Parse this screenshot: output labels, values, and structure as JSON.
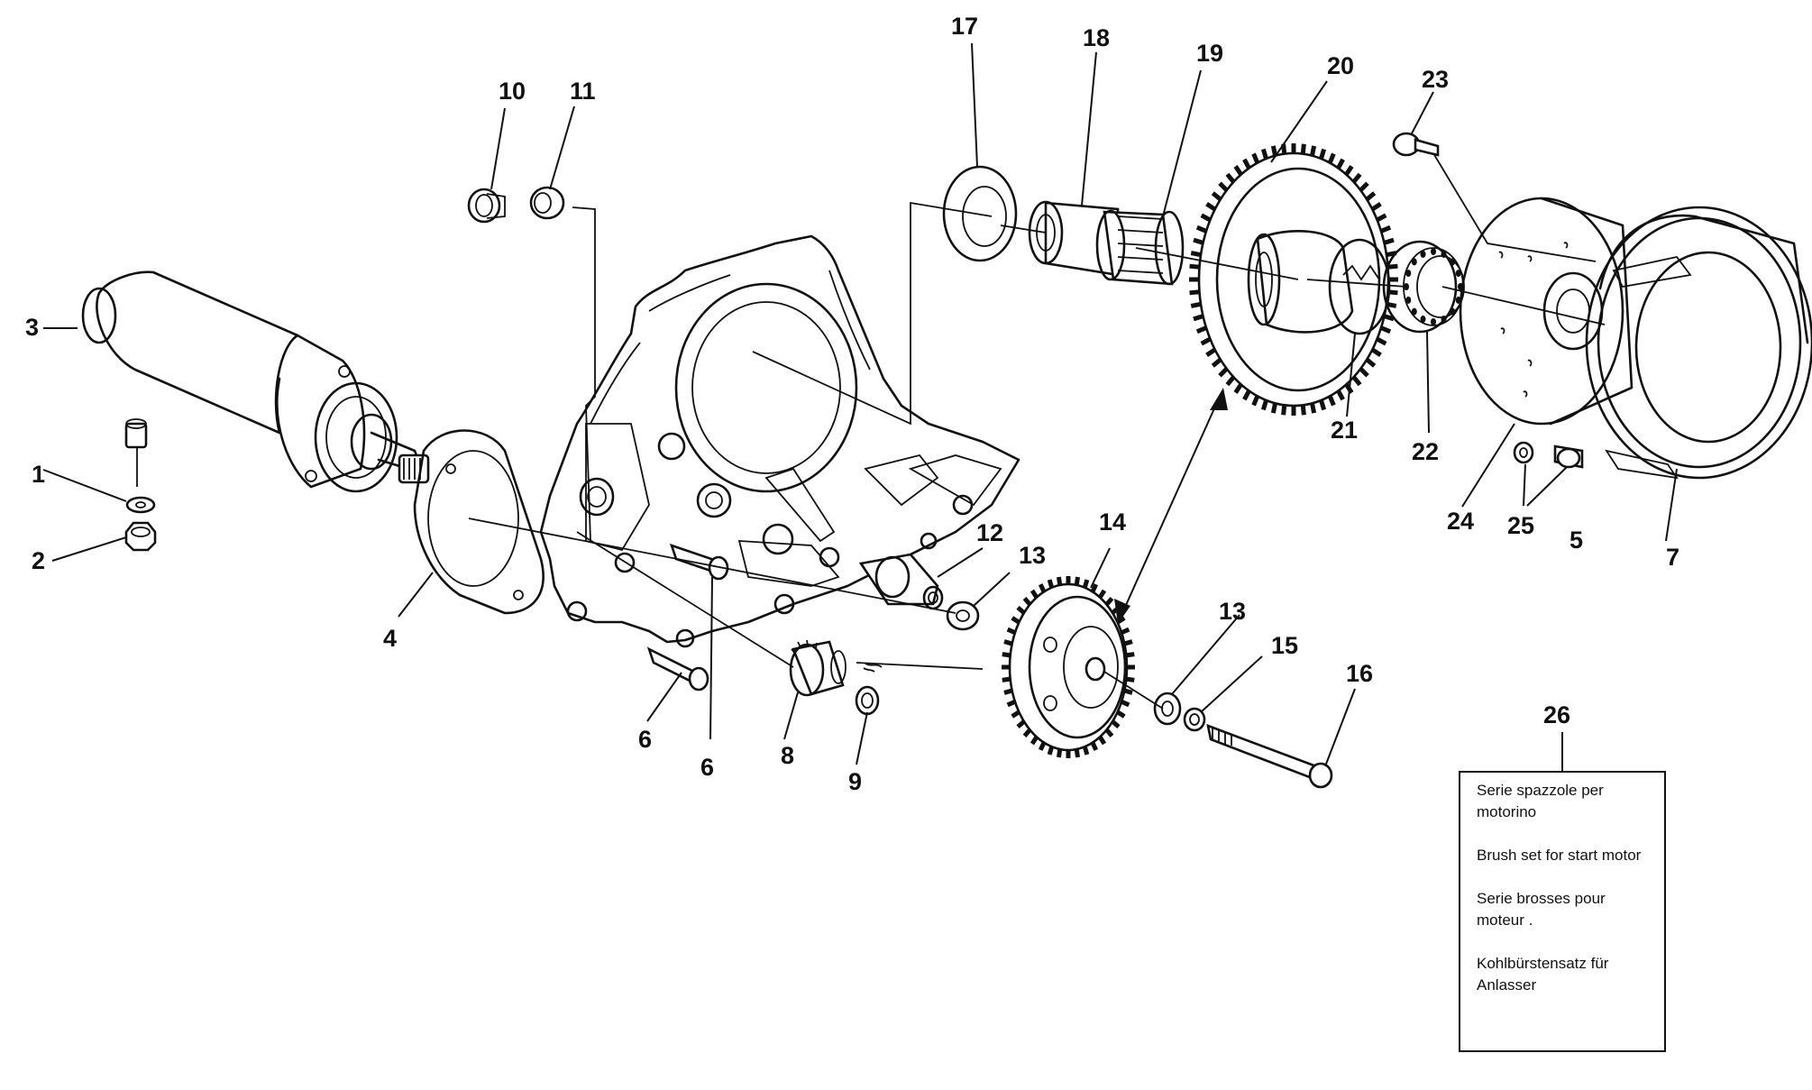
{
  "callouts": {
    "c1": "1",
    "c2": "2",
    "c3": "3",
    "c4": "4",
    "c5": "5",
    "c6a": "6",
    "c6b": "6",
    "c7": "7",
    "c8": "8",
    "c9": "9",
    "c10": "10",
    "c11": "11",
    "c12": "12",
    "c13a": "13",
    "c13b": "13",
    "c14": "14",
    "c15": "15",
    "c16": "16",
    "c17": "17",
    "c18": "18",
    "c19": "19",
    "c20": "20",
    "c21": "21",
    "c22": "22",
    "c23": "23",
    "c24": "24",
    "c25": "25",
    "c26": "26"
  },
  "legend": {
    "italian": "Serie spazzole per motorino",
    "english": "Brush set for start motor",
    "french": "Serie brosses pour moteur .",
    "german": "Kohlbürstensatz für Anlasser"
  }
}
